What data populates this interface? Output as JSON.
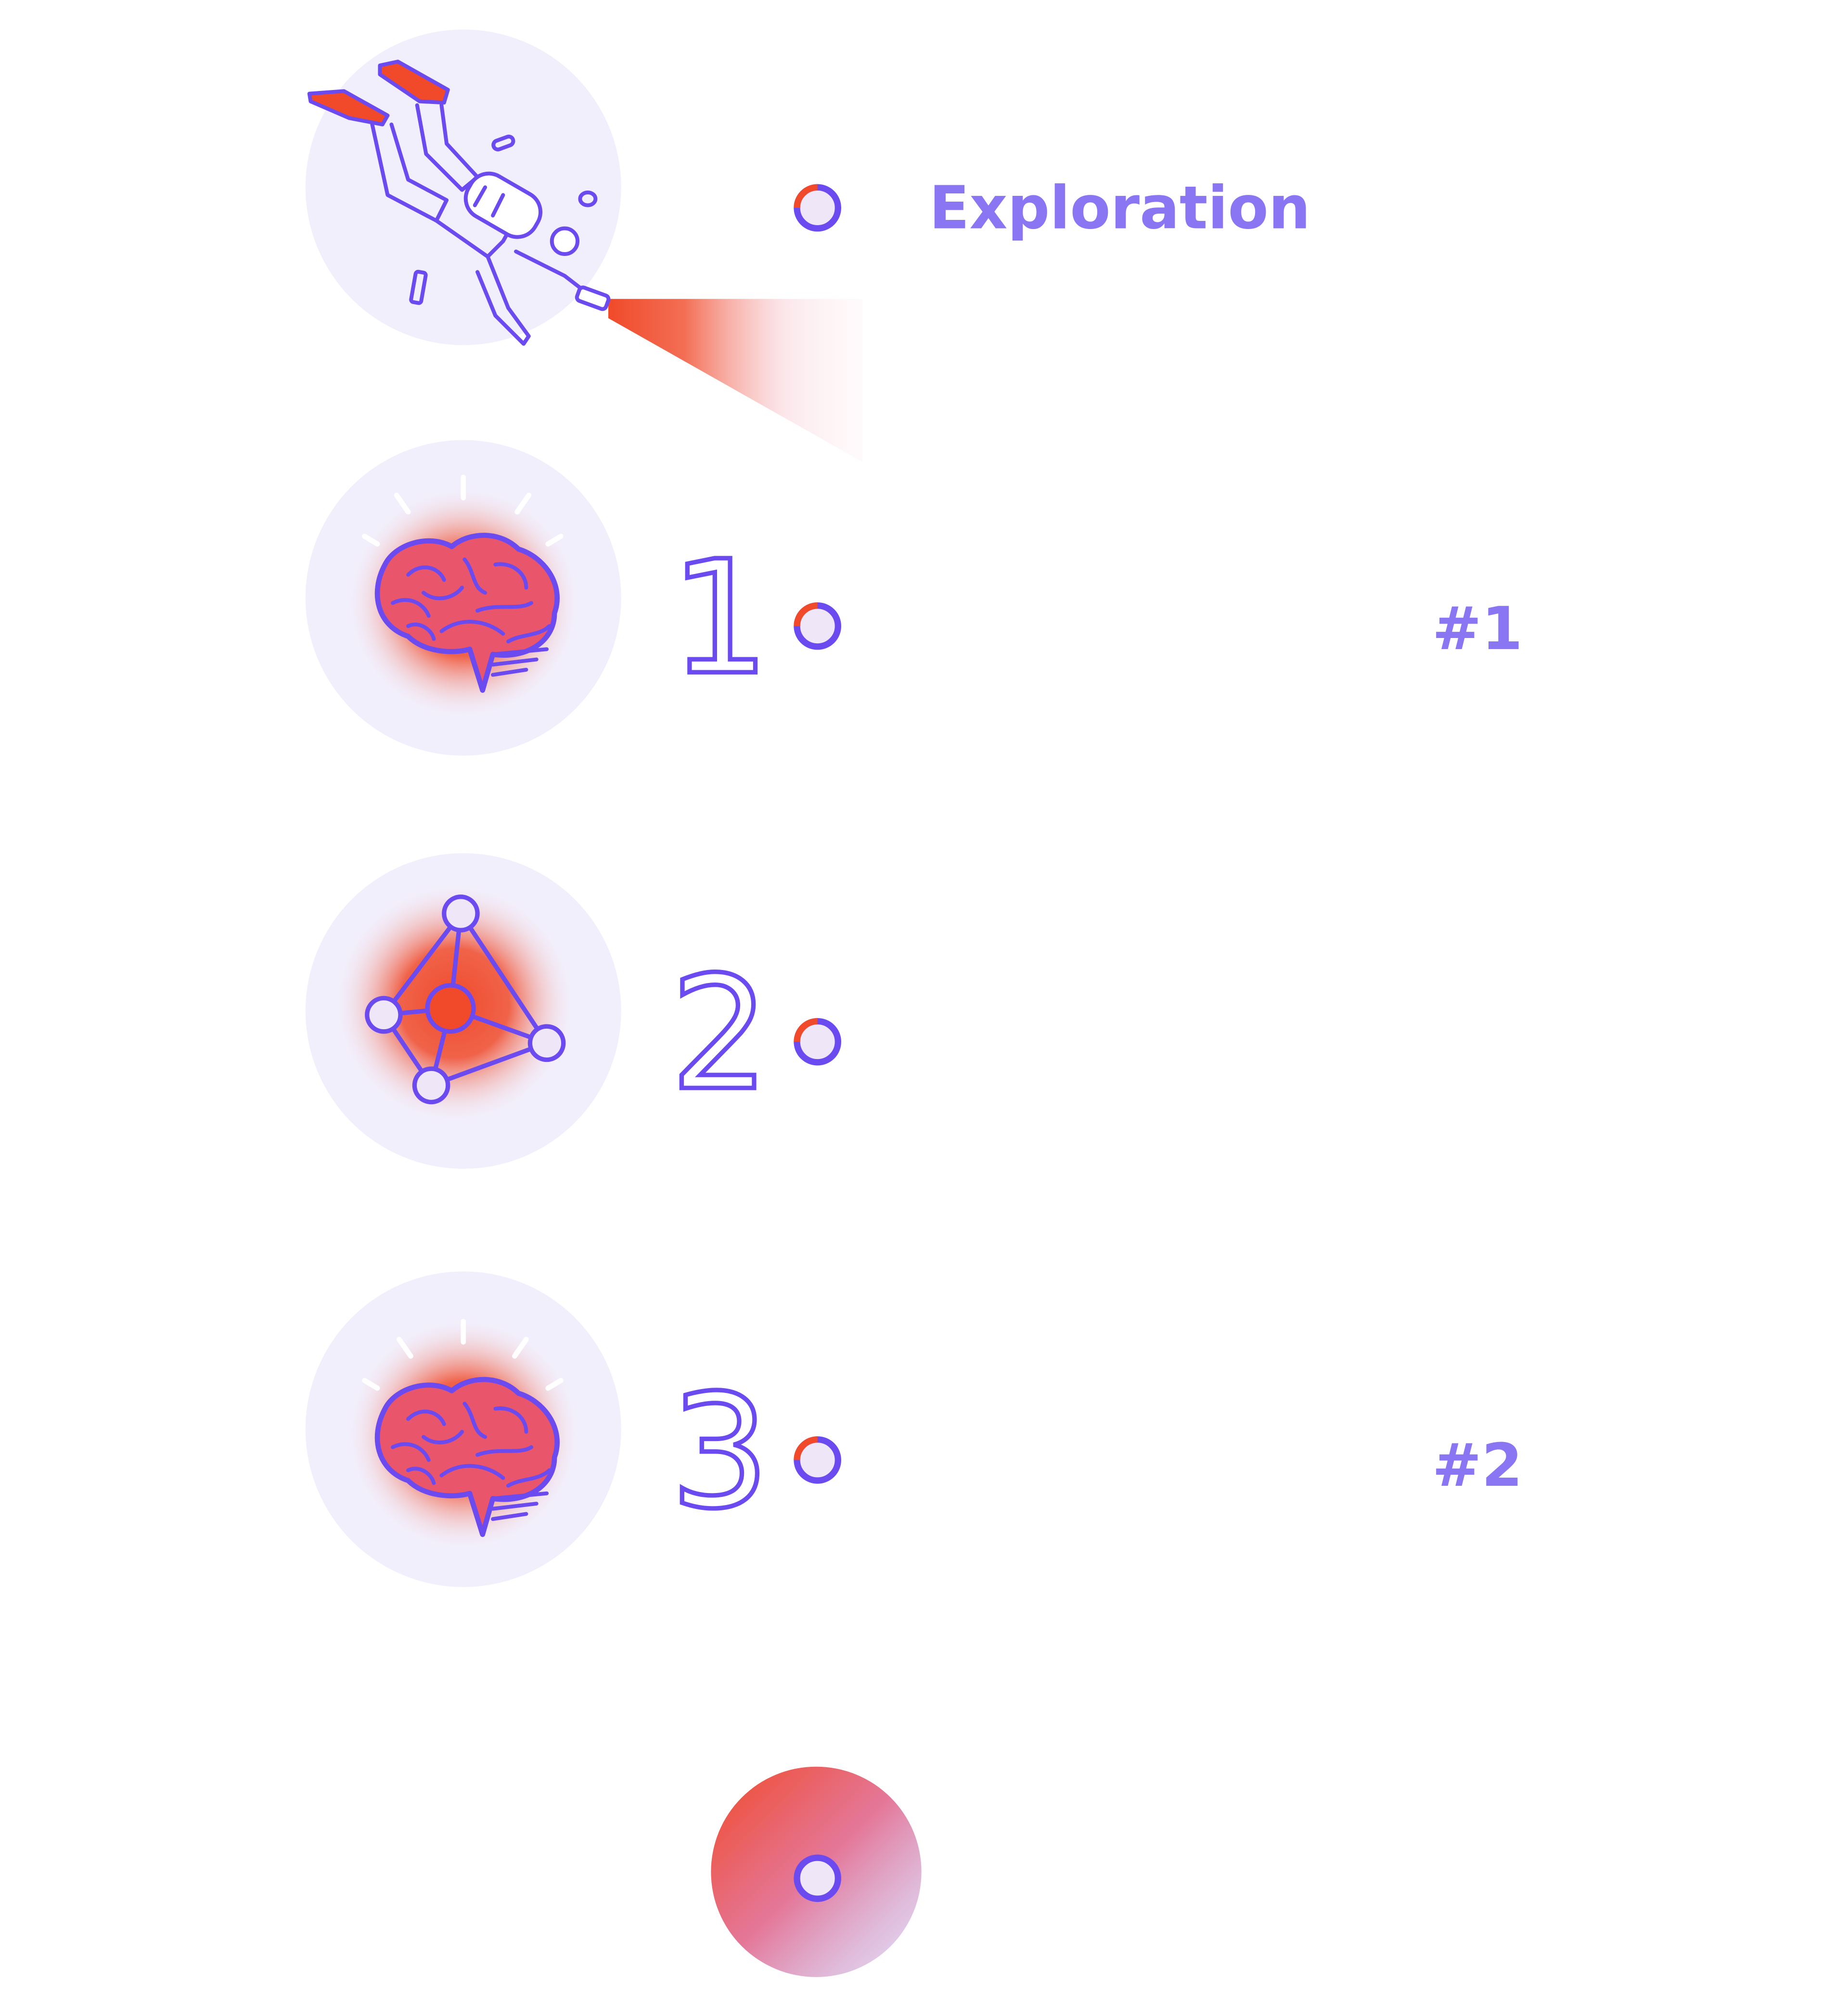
{
  "title": "Exploration",
  "steps": [
    {
      "number": "1",
      "icon": "brain-icon"
    },
    {
      "number": "2",
      "icon": "network-icon"
    },
    {
      "number": "3",
      "icon": "brain-icon"
    }
  ],
  "markers": [
    "#1",
    "#2"
  ],
  "icons": {
    "top": "diver-icon"
  },
  "colors": {
    "purple": "#6B4BF0",
    "label_purple": "#8A75F2",
    "red": "#F04A2A",
    "circle_bg": "#F2EFFC",
    "node_fill": "#EFE6F7"
  }
}
